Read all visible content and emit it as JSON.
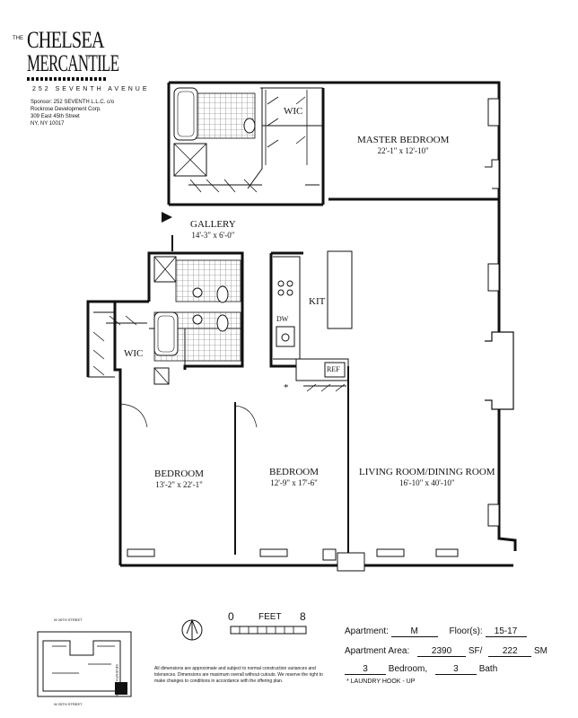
{
  "brand": {
    "the": "THE",
    "line1": "CHELSEA",
    "line2": "MERCANTILE",
    "address": "252 SEVENTH AVENUE",
    "sponsor_lines": [
      "Sponsor: 252 SEVENTH L.L.C. c/o",
      "Rockrose Development Corp.",
      "309 East 45th Street",
      "NY, NY 10017"
    ]
  },
  "rooms": {
    "wic_top": "WIC",
    "master_bedroom": {
      "name": "MASTER BEDROOM",
      "dims": "22'-1\" x 12'-10\""
    },
    "gallery": {
      "name": "GALLERY",
      "dims": "14'-3\" x 6'-0\""
    },
    "kit": "KIT",
    "dw": "DW",
    "ref": "REF",
    "wic_left": "WIC",
    "bedroom1": {
      "name": "BEDROOM",
      "dims": "13'-2\" x 22'-1\""
    },
    "bedroom2": {
      "name": "BEDROOM",
      "dims": "12'-9\" x 17'-6\""
    },
    "living": {
      "name": "LIVING ROOM/DINING ROOM",
      "dims": "16'-10\" x 40'-10\""
    },
    "asterisk": "*"
  },
  "scale": {
    "zero": "0",
    "feet": "FEET",
    "eight": "8"
  },
  "keyplan": {
    "top_street": "W 26TH STREET",
    "bottom_street": "W 25TH STREET",
    "side_avenue": "SEVENTH AVENUE"
  },
  "info": {
    "apartment_label": "Apartment:",
    "apartment_value": "M",
    "floors_label": "Floor(s):",
    "floors_value": "15-17",
    "area_label": "Apartment Area:",
    "area_sf_value": "2390",
    "area_sf_unit": "SF/",
    "area_sm_value": "222",
    "area_sm_unit": "SM",
    "bedrooms_value": "3",
    "bedrooms_label": "Bedroom,",
    "baths_value": "3",
    "baths_label": "Bath",
    "laundry_note": "* LAUNDRY HOOK - UP"
  },
  "disclaimer": "All dimensions are approximate and subject to normal construction variances and tolerances. Dimensions are maximum overall without cutouts. We reserve the right to make changes to conditions in accordance with the offering plan."
}
